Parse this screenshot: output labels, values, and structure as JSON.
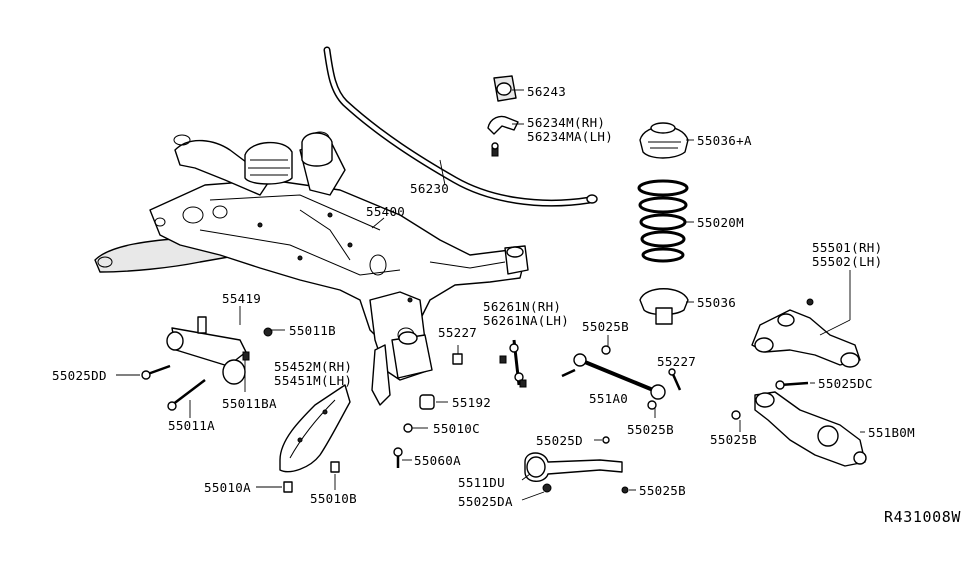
{
  "diagram": {
    "reference_code": "R431008W",
    "parts": {
      "p56243": "56243",
      "p56234m": "56234M(RH)",
      "p56234ma": "56234MA(LH)",
      "p55036a": "55036+A",
      "p56230": "56230",
      "p55400": "55400",
      "p55020m": "55020M",
      "p55501": "55501(RH)",
      "p55502": "55502(LH)",
      "p55419": "55419",
      "p55011b": "55011B",
      "p55036": "55036",
      "p56261n": "56261N(RH)",
      "p56261na": "56261NA(LH)",
      "p55227a": "55227",
      "p55025b_a": "55025B",
      "p55452m": "55452M(RH)",
      "p55451m": "55451M(LH)",
      "p55227b": "55227",
      "p55025dd": "55025DD",
      "p55011ba": "55011BA",
      "p55192": "55192",
      "p551a0": "551A0",
      "p55025dc": "55025DC",
      "p55011a": "55011A",
      "p55010c": "55010C",
      "p55025b_b": "55025B",
      "p55025b_c": "55025B",
      "p551b0m": "551B0M",
      "p55025d": "55025D",
      "p55060a": "55060A",
      "p5511du": "5511DU",
      "p55010a": "55010A",
      "p55025b_d": "55025B",
      "p55010b": "55010B",
      "p55025da": "55025DA"
    }
  }
}
